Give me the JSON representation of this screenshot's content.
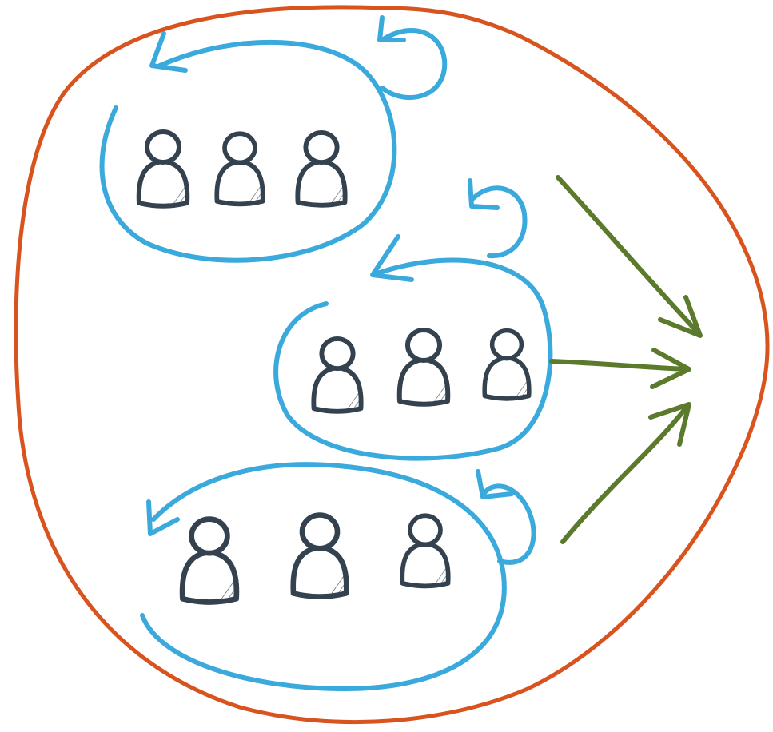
{
  "diagram": {
    "kind": "hand-drawn sketch",
    "colors": {
      "outer_boundary": "#d9531e",
      "team_loops": "#3aa9dc",
      "arrows_out": "#5b7a2c",
      "people": "#33424e",
      "background": "#ffffff"
    },
    "icons": [
      "person-icon",
      "loop-arrow-icon",
      "convergence-arrow-icon"
    ],
    "groups": [
      {
        "id": "top",
        "people_count": 3
      },
      {
        "id": "middle",
        "people_count": 3
      },
      {
        "id": "bottom",
        "people_count": 3
      }
    ],
    "convergence_arrows_count": 3
  }
}
